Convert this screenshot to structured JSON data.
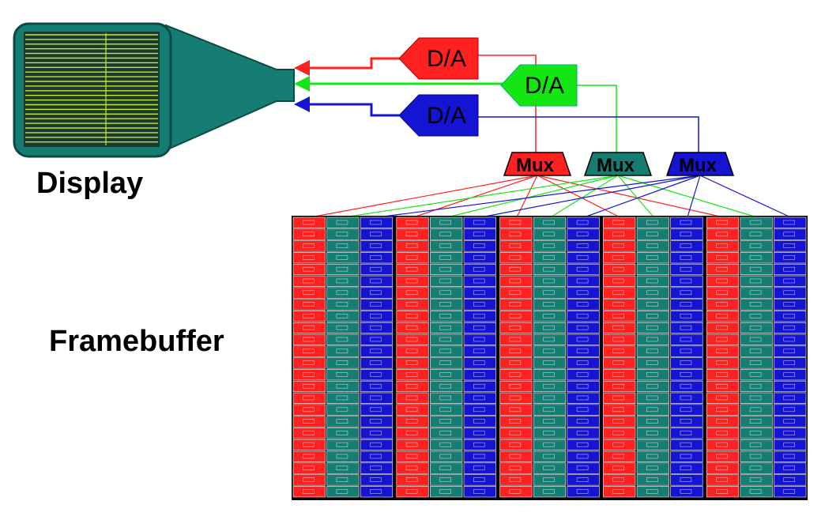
{
  "labels": {
    "display": "Display",
    "framebuffer": "Framebuffer",
    "da": "D/A",
    "mux": "Mux"
  },
  "colors": {
    "red": "#ff2020",
    "green": "#14e614",
    "blue": "#1414d2",
    "teal": "#157d72",
    "screen": "#c8e632",
    "background": "#ffffff"
  },
  "framebuffer": {
    "groups": 5,
    "channels": [
      "red",
      "green",
      "blue"
    ],
    "rows": 24
  },
  "muxes": [
    "red",
    "teal",
    "blue"
  ],
  "converters": [
    "red",
    "green",
    "blue"
  ]
}
